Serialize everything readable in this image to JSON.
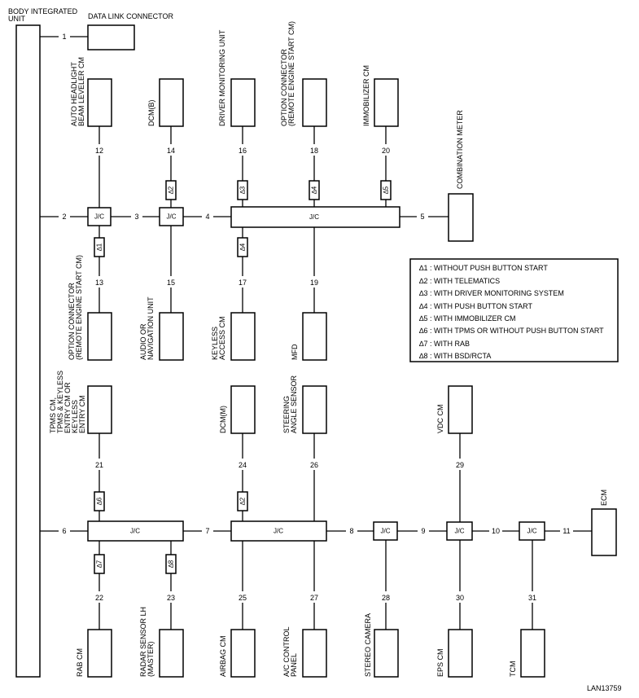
{
  "bcm_title": [
    "BODY INTEGRATED",
    "UNIT"
  ],
  "diagram_id": "LAN13759",
  "jc_label": "J/C",
  "ecus": [
    {
      "id": "dlc",
      "lines": [
        "DATA LINK CONNECTOR"
      ]
    },
    {
      "id": "headlight",
      "lines": [
        "AUTO HEADLIGHT",
        "BEAM LEVELER CM"
      ]
    },
    {
      "id": "dcm_b",
      "lines": [
        "DCM(B)"
      ]
    },
    {
      "id": "dmu",
      "lines": [
        "DRIVER MONITORING UNIT"
      ]
    },
    {
      "id": "opt_top",
      "lines": [
        "OPTION CONNECTOR",
        "(REMOTE ENGINE START CM)"
      ]
    },
    {
      "id": "immob",
      "lines": [
        "IMMOBILIZER CM"
      ]
    },
    {
      "id": "meter",
      "lines": [
        "COMBINATION METER"
      ]
    },
    {
      "id": "opt_mid",
      "lines": [
        "OPTION CONNECTOR",
        "(REMOTE ENGINE START CM)"
      ]
    },
    {
      "id": "audio",
      "lines": [
        "AUDIO OR",
        "NAVIGATION UNIT"
      ]
    },
    {
      "id": "keyless",
      "lines": [
        "KEYLESS",
        "ACCESS CM"
      ]
    },
    {
      "id": "mfd",
      "lines": [
        "MFD"
      ]
    },
    {
      "id": "tpms",
      "lines": [
        "TPMS CM,",
        "TPMS & KEYLESS",
        "ENTRY CM OR",
        "KEYLESS",
        "ENTRY CM"
      ]
    },
    {
      "id": "dcm_m",
      "lines": [
        "DCM(M)"
      ]
    },
    {
      "id": "steer",
      "lines": [
        "STEERING",
        "ANGLE SENSOR"
      ]
    },
    {
      "id": "vdc",
      "lines": [
        "VDC CM"
      ]
    },
    {
      "id": "ecm",
      "lines": [
        "ECM"
      ]
    },
    {
      "id": "rab",
      "lines": [
        "RAB CM"
      ]
    },
    {
      "id": "radar",
      "lines": [
        "RADAR SENSOR LH",
        "(MASTER)"
      ]
    },
    {
      "id": "airbag",
      "lines": [
        "AIRBAG CM"
      ]
    },
    {
      "id": "ac",
      "lines": [
        "A/C CONTROL",
        "PANEL"
      ]
    },
    {
      "id": "stereo",
      "lines": [
        "STEREO CAMERA"
      ]
    },
    {
      "id": "eps",
      "lines": [
        "EPS CM"
      ]
    },
    {
      "id": "tcm",
      "lines": [
        "TCM"
      ]
    }
  ],
  "line_numbers": [
    "1",
    "2",
    "3",
    "4",
    "5",
    "6",
    "7",
    "8",
    "9",
    "10",
    "11",
    "12",
    "13",
    "14",
    "15",
    "16",
    "17",
    "18",
    "19",
    "20",
    "21",
    "22",
    "23",
    "24",
    "25",
    "26",
    "27",
    "28",
    "29",
    "30",
    "31"
  ],
  "condition_tags": [
    "∆1",
    "∆2",
    "∆3",
    "∆4",
    "∆5",
    "∆6",
    "∆7",
    "∆8",
    "∆2",
    "∆4"
  ],
  "legend": [
    "∆1 : WITHOUT PUSH BUTTON START",
    "∆2 : WITH TELEMATICS",
    "∆3 : WITH DRIVER MONITORING SYSTEM",
    "∆4 : WITH PUSH BUTTON START",
    "∆5 : WITH IMMOBILIZER CM",
    "∆6 : WITH TPMS OR WITHOUT PUSH BUTTON START",
    "∆7 : WITH RAB",
    "∆8 : WITH BSD/RCTA"
  ]
}
